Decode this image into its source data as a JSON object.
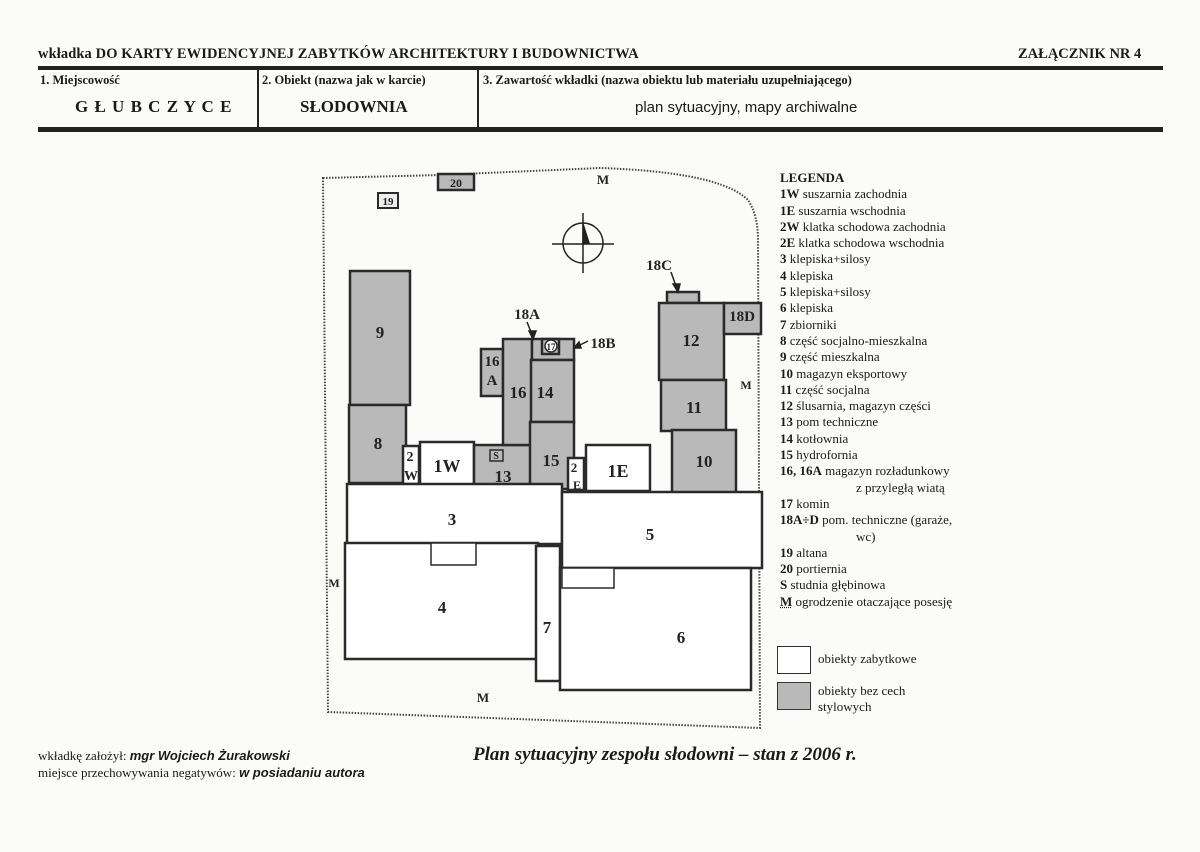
{
  "header": {
    "title": "wkładka DO KARTY EWIDENCYJNEJ ZABYTKÓW ARCHITEKTURY I BUDOWNICTWA",
    "annex": "ZAŁĄCZNIK NR 4",
    "columns": [
      {
        "label": "1. Miejscowość",
        "value": "G Ł U B C Z Y C E"
      },
      {
        "label": "2. Obiekt (nazwa jak w karcie)",
        "value": "SŁODOWNIA"
      },
      {
        "label": "3. Zawartość wkładki (nazwa obiektu lub materiału uzupełniającego)",
        "value": "plan sytuacyjny, mapy archiwalne"
      }
    ]
  },
  "map": {
    "labels": {
      "b1W": "1W",
      "b1E": "1E",
      "b2W_a": "2",
      "b2W_b": "W",
      "b2E_a": "2",
      "b2E_b": "E",
      "b3": "3",
      "b4": "4",
      "b5": "5",
      "b6": "6",
      "b7": "7",
      "b8": "8",
      "b9": "9",
      "b10": "10",
      "b11": "11",
      "b12": "12",
      "b13": "13",
      "b14": "14",
      "b15": "15",
      "b16": "16",
      "b16A_a": "16",
      "b16A_b": "A",
      "b17": "17",
      "b18A": "18A",
      "b18B": "18B",
      "b18C": "18C",
      "b18D": "18D",
      "b19": "19",
      "b20": "20",
      "S": "S",
      "M_top": "M",
      "M_left": "M",
      "M_right": "M",
      "M_bottom": "M"
    },
    "colors": {
      "historic_fill": "#ffffff",
      "non_style_fill": "#b9b9b9",
      "outline": "#2a2a2a"
    }
  },
  "legend": {
    "title": "LEGENDA",
    "items": [
      {
        "code": "1W",
        "desc": "suszarnia zachodnia"
      },
      {
        "code": "1E",
        "desc": "suszarnia wschodnia"
      },
      {
        "code": "2W",
        "desc": "klatka schodowa zachodnia"
      },
      {
        "code": "2E",
        "desc": "klatka schodowa wschodnia"
      },
      {
        "code": "3",
        "desc": "klepiska+silosy"
      },
      {
        "code": "4",
        "desc": "klepiska"
      },
      {
        "code": "5",
        "desc": "klepiska+silosy"
      },
      {
        "code": "6",
        "desc": "klepiska"
      },
      {
        "code": "7",
        "desc": "zbiorniki"
      },
      {
        "code": "8",
        "desc": "część socjalno-mieszkalna"
      },
      {
        "code": "9",
        "desc": "część mieszkalna"
      },
      {
        "code": "10",
        "desc": "magazyn eksportowy"
      },
      {
        "code": "11",
        "desc": "część socjalna"
      },
      {
        "code": "12",
        "desc": "ślusarnia, magazyn części"
      },
      {
        "code": "13",
        "desc": "pom techniczne"
      },
      {
        "code": "14",
        "desc": "kotłownia"
      },
      {
        "code": "15",
        "desc": "hydrofornia"
      },
      {
        "code": "16, 16A",
        "desc": "magazyn rozładunkowy"
      },
      {
        "code": "",
        "desc": "z przyległą wiatą",
        "indent": true
      },
      {
        "code": "17",
        "desc": "komin"
      },
      {
        "code": "18A÷D",
        "desc": "pom. techniczne (garaże,"
      },
      {
        "code": "",
        "desc": "wc)",
        "indent": true
      },
      {
        "code": "19",
        "desc": "altana"
      },
      {
        "code": "20",
        "desc": "portiernia"
      },
      {
        "code": "S",
        "desc": "studnia głębinowa"
      },
      {
        "code": "M",
        "desc": "ogrodzenie otaczające posesję"
      }
    ],
    "swatches": [
      {
        "label": "obiekty  zabytkowe",
        "color": "#ffffff"
      },
      {
        "label_1": "obiekty bez cech",
        "label_2": "stylowych",
        "color": "#b9b9b9"
      }
    ]
  },
  "footer": {
    "author_label": "wkładkę założył:",
    "author": "mgr Wojciech Żurakowski",
    "negatives_label": "miejsce przechowywania negatywów:",
    "negatives": "w posiadaniu autora",
    "caption": "Plan sytuacyjny zespołu słodowni – stan z 2006 r."
  }
}
